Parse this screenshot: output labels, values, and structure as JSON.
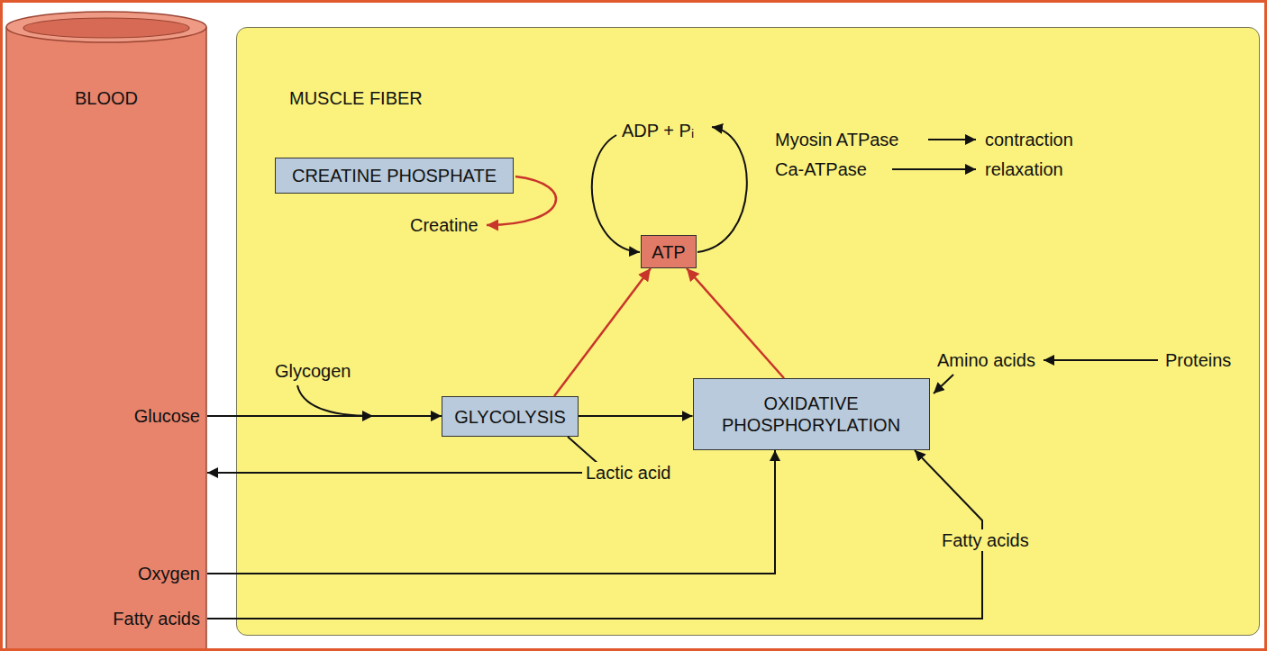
{
  "diagram": {
    "nodes": [
      {
        "text": [
          "BLOOD"
        ]
      },
      {
        "text": [
          "MUSCLE FIBER"
        ]
      },
      {
        "text": [
          "CREATINE PHOSPHATE"
        ],
        "in": 1
      },
      {
        "text": [
          "ATP"
        ],
        "in": 1
      },
      {
        "text": [
          "GLYCOLYSIS"
        ],
        "in": 1
      },
      {
        "text": [
          "OXIDATIVE PHOSPHORYLATION"
        ],
        "in": 1
      }
    ],
    "edges": [
      {
        "from": 4,
        "to": 3,
        "arrow": "to"
      },
      {
        "from": 5,
        "to": 3,
        "arrow": "to"
      },
      {
        "from": 0,
        "to": 4,
        "label": "Glucose",
        "arrow": "to"
      },
      {
        "from": 4,
        "to": 5,
        "arrow": "to"
      },
      {
        "from": 4,
        "to": 0,
        "label": "Lactic acid",
        "arrow": "to"
      },
      {
        "from": 0,
        "to": 5,
        "label": "Oxygen",
        "arrow": "to"
      },
      {
        "from": 0,
        "to": 5,
        "label": "Fatty acids",
        "arrow": "to"
      }
    ],
    "labels": [
      "ADP + Pᵢ",
      "Creatine",
      "Myosin ATPase",
      "contraction",
      "Ca-ATPase",
      "relaxation",
      "Glycogen",
      "Amino acids",
      "Proteins",
      "Fatty acids"
    ]
  }
}
